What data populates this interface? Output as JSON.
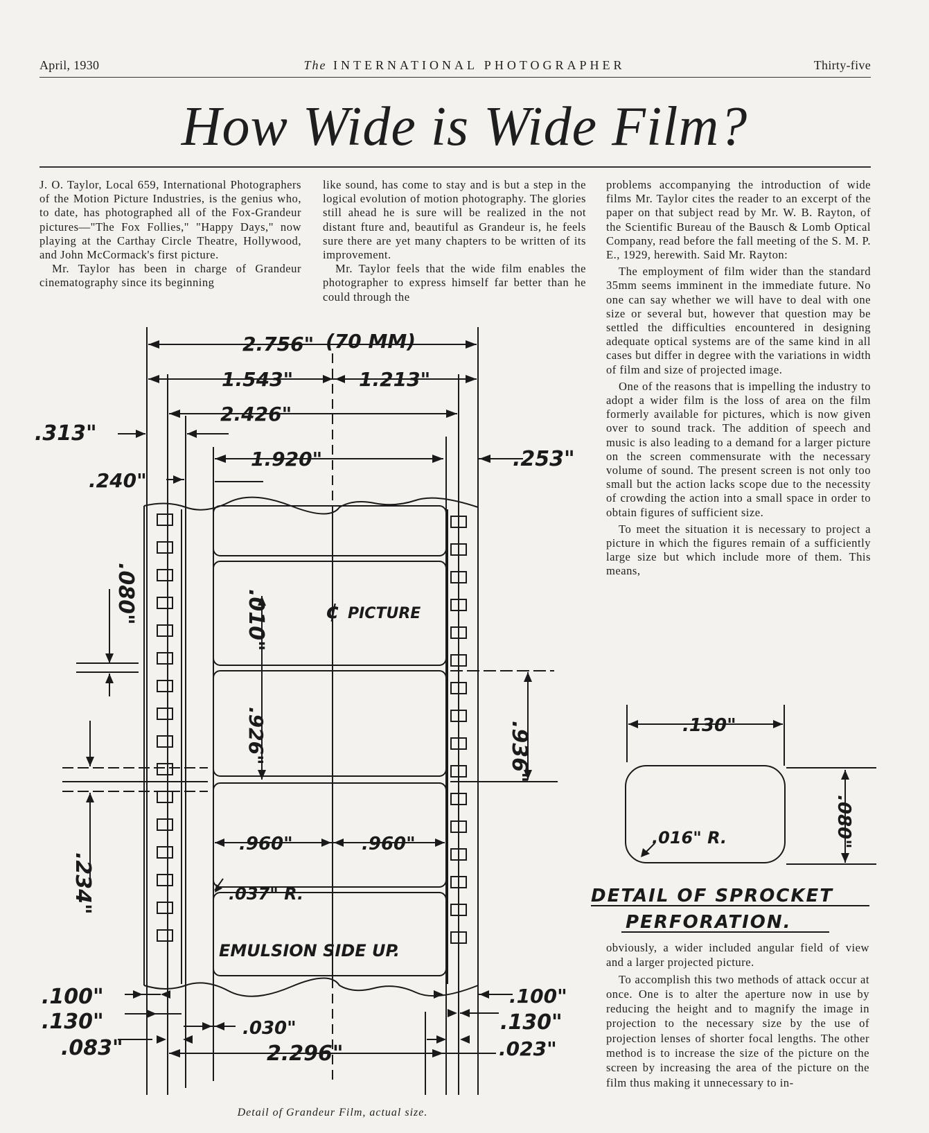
{
  "header": {
    "date": "April, 1930",
    "the": "The",
    "magazine": "INTERNATIONAL PHOTOGRAPHER",
    "page": "Thirty-five"
  },
  "article": {
    "title": "How Wide is Wide Film?",
    "col1": [
      "J. O. Taylor, Local 659, International Photographers of the Motion Picture Industries, is the genius who, to date, has photographed all of the Fox-Grandeur pictures—\"The Fox Follies,\" \"Happy Days,\" now playing at the Carthay Circle Theatre, Hollywood, and John McCormack's first picture.",
      "Mr. Taylor has been in charge of Grandeur cinematography since its beginning"
    ],
    "col2": [
      "like sound, has come to stay and is but a step in the logical evolution of motion photography. The glories still ahead he is sure will be realized in the not distant fture and, beautiful as Grandeur is, he feels sure there are yet many chapters to be written of its improvement.",
      "Mr. Taylor feels that the wide film enables the photographer to express himself far better than he could through the"
    ],
    "col3a": [
      "problems accompanying the introduction of wide films Mr. Taylor cites the reader to an excerpt of the paper on that subject read by Mr. W. B. Rayton, of the Scientific Bureau of the Bausch & Lomb Optical Company, read before the fall meeting of the S. M. P. E., 1929, herewith. Said Mr. Rayton:",
      "The employment of film wider than the standard 35mm seems imminent in the immediate future. No one can say whether we will have to deal with one size or several but, however that question may be settled the difficulties encountered in designing adequate optical systems are of the same kind in all cases but differ in degree with the variations in width of film and size of projected image.",
      "One of the reasons that is impelling the industry to adopt a wider film is the loss of area on the film formerly available for pictures, which is now given over to sound track. The addition of speech and music is also leading to a demand for a larger picture on the screen commensurate with the necessary volume of sound. The present screen is not only too small but the action lacks scope due to the necessity of crowding the action into a small space in order to obtain figures of sufficient size.",
      "To meet the situation it is necessary to project a picture in which the figures remain of a sufficiently large size but which include more of them. This means,"
    ],
    "col3b": [
      "obviously, a wider included angular field of view and a larger projected picture.",
      "To accomplish this two methods of attack occur at once. One is to alter the aperture now in use by reducing the height and to magnify the image in projection to the necessary size by the use of projection lenses of shorter focal lengths. The other method is to increase the size of the picture on the screen by increasing the area of the picture on the film thus making it unnecessary to in-"
    ],
    "caption": "Detail of Grandeur Film, actual size."
  },
  "film_diagram": {
    "dims": {
      "d2756": "2.756\"",
      "d70mm": "(70 MM)",
      "d1543": "1.543\"",
      "d1213": "1.213\"",
      "d2426": "2.426\"",
      "d313": ".313\"",
      "d1920": "1.920\"",
      "d253": ".253\"",
      "d240": ".240\"",
      "d080": ".080\"",
      "d010": ".010\"",
      "picture": "PICTURE",
      "d926": ".926\"",
      "d936": ".936\"",
      "d960a": ".960\"",
      "d960b": ".960\"",
      "d037r": ".037\" R.",
      "d234": ".234\"",
      "emulsion": "EMULSION SIDE UP.",
      "d100a": ".100\"",
      "d130a": ".130\"",
      "d083": ".083\"",
      "d030": ".030\"",
      "d2296": "2.296\"",
      "d100b": ".100\"",
      "d130b": ".130\"",
      "d023": ".023\""
    }
  },
  "sprocket_diagram": {
    "dims": {
      "d130": ".130\"",
      "d080": ".080\"",
      "d016r": ".016\" R."
    },
    "title_line1": "DETAIL OF SPROCKET",
    "title_line2": "PERFORATION."
  }
}
